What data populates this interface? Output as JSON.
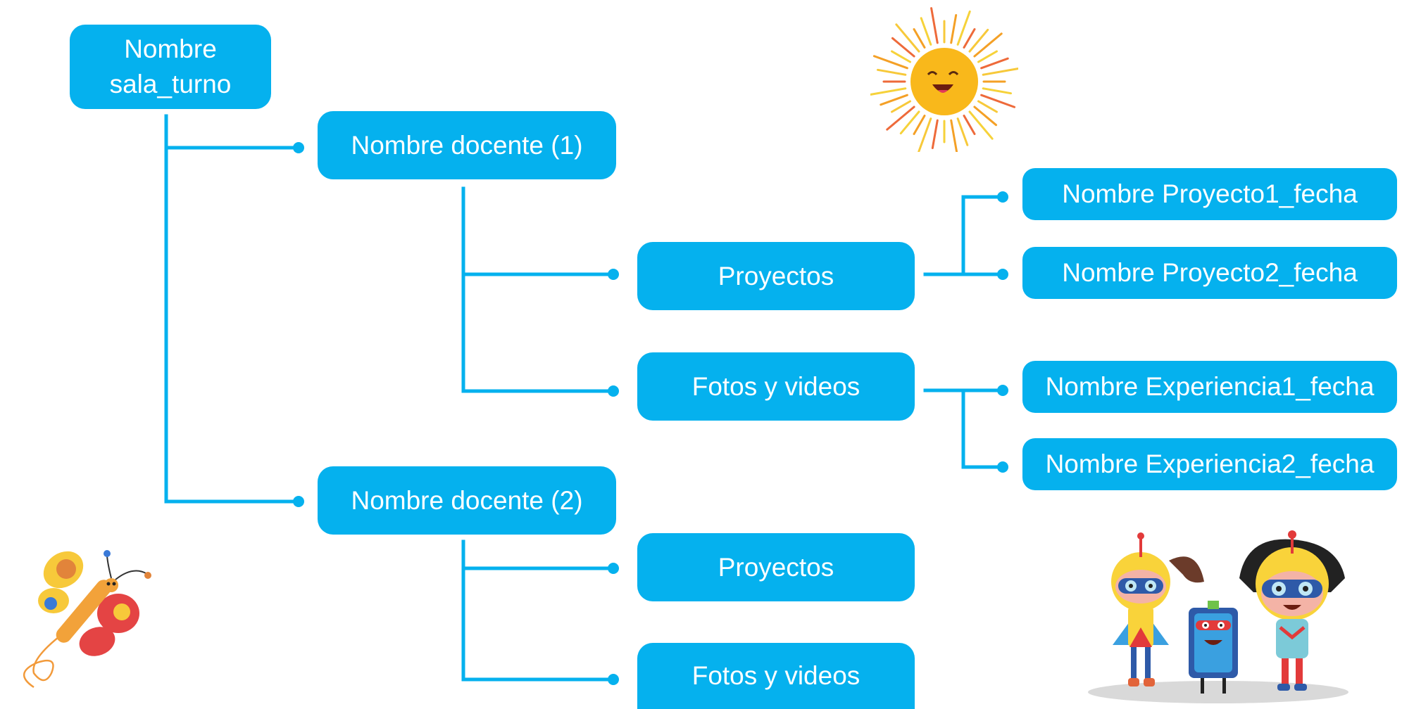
{
  "root": {
    "label": "Nombre\nsala_turno"
  },
  "docentes": [
    {
      "label": "Nombre docente (1)",
      "children": [
        {
          "label": "Proyectos",
          "children": [
            {
              "label": "Nombre Proyecto1_fecha"
            },
            {
              "label": "Nombre Proyecto2_fecha"
            }
          ]
        },
        {
          "label": "Fotos y videos",
          "children": [
            {
              "label": "Nombre Experiencia1_fecha"
            },
            {
              "label": "Nombre Experiencia2_fecha"
            }
          ]
        }
      ]
    },
    {
      "label": "Nombre docente (2)",
      "children": [
        {
          "label": "Proyectos"
        },
        {
          "label": "Fotos y videos"
        }
      ]
    }
  ],
  "colors": {
    "node_fill": "#05b1ee",
    "node_text": "#ffffff",
    "connector": "#05b1ee"
  },
  "decorations": [
    "sun-illustration",
    "butterfly-illustration",
    "kids-robot-illustration"
  ]
}
